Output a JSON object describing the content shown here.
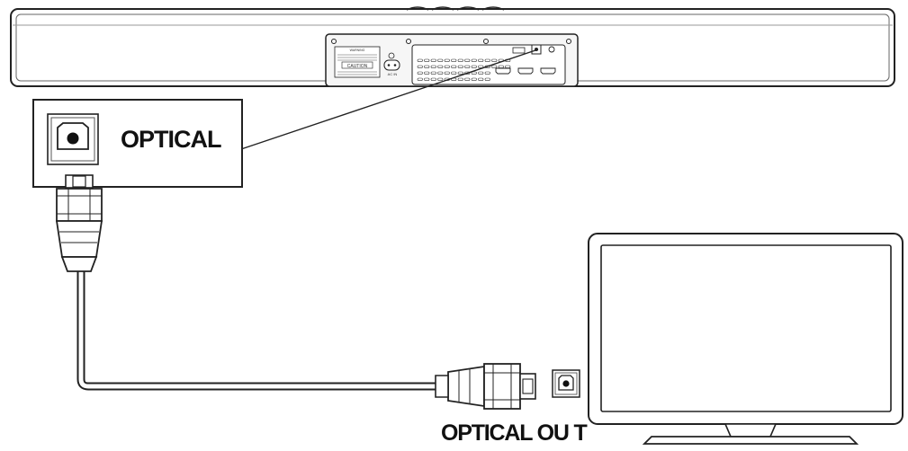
{
  "labels": {
    "callout": "OPTICAL",
    "tv_port": "OPTICAL OU T"
  },
  "soundbar_panel": {
    "warning_title": "WARNING",
    "caution": "CAUTION",
    "ac_in": "AC IN"
  },
  "icons": {
    "optical_port": "optical-port-icon",
    "plug": "optical-plug-icon",
    "tv": "tv-icon",
    "soundbar": "soundbar-icon"
  },
  "colors": {
    "stroke": "#222222",
    "background": "#ffffff",
    "panel_fill": "#f6f6f6"
  }
}
